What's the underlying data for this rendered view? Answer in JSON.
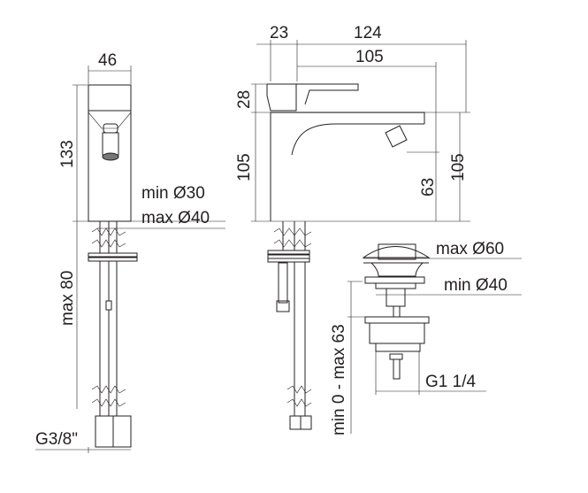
{
  "title": "Bidet mixer technical drawing",
  "front_view": {
    "width": "46",
    "height": "133",
    "hole_min": "min Ø30",
    "hole_max": "max Ø40",
    "deck_max": "max 80",
    "connection": "G3/8\""
  },
  "side_view": {
    "lever_offset": "23",
    "total_depth": "124",
    "spout_reach": "105",
    "lever_height": "28",
    "body_height": "105",
    "spout_height_right": "105",
    "nozzle_height": "63"
  },
  "waste": {
    "cap_max": "max Ø60",
    "hole_min": "min Ø40",
    "thickness": "min 0 - max 63",
    "thread": "G1 1/4"
  },
  "colors": {
    "line": "#231f20",
    "background": "#ffffff"
  }
}
